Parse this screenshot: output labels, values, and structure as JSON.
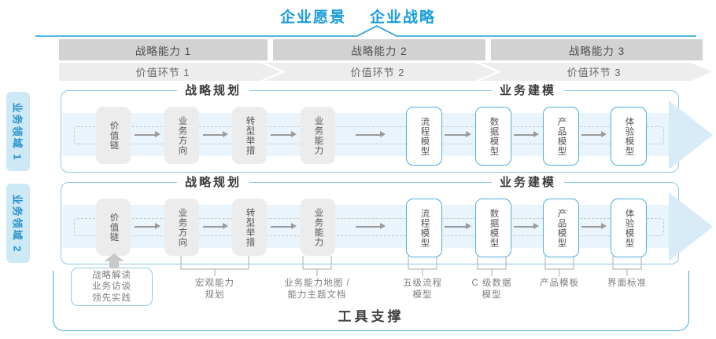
{
  "header": {
    "vision": "企业愿景",
    "strategy": "企业战略"
  },
  "capabilities": [
    "战略能力 1",
    "战略能力 2",
    "战略能力 3"
  ],
  "value_links": [
    "价值环节 1",
    "价值环节 2",
    "价值环节 3"
  ],
  "domains": [
    "业务领域 1",
    "业务领域 2"
  ],
  "rows": [
    {
      "planning_title": "战略规划",
      "modeling_title": "业务建模",
      "boxes": [
        "价值链",
        "业务方向",
        "转型举措",
        "业务能力",
        "流程模型",
        "数据模型",
        "产品模型",
        "体验模型"
      ]
    },
    {
      "planning_title": "战略规划",
      "modeling_title": "业务建模",
      "boxes": [
        "价值链",
        "业务方向",
        "转型举措",
        "业务能力",
        "流程模型",
        "数据模型",
        "产品模型",
        "体验模型"
      ]
    }
  ],
  "annotations": {
    "practice_box": {
      "lines": [
        "战略解读",
        "业务访谈",
        "领先实践"
      ]
    },
    "labels": [
      {
        "lines": [
          "宏观能力",
          "规划"
        ]
      },
      {
        "lines": [
          "业务能力地图 /",
          "能力主题文档"
        ]
      },
      {
        "lines": [
          "五级流程",
          "模型"
        ]
      },
      {
        "lines": [
          "C 级数据",
          "模型"
        ]
      },
      {
        "lines": [
          "产品模板"
        ]
      },
      {
        "lines": [
          "界面标准"
        ]
      }
    ]
  },
  "footer": {
    "tool_support": "工具支撑"
  },
  "colors": {
    "accent_blue": "#189dd9",
    "panel_border": "#8cc7e5",
    "node_border": "#4fb0da",
    "bar_gray": "#d2d2d2",
    "chevron_gray": "#ededed",
    "band_blue": "#e9f4fc",
    "arrowhead_blue": "#d8ecf8",
    "frame_blue": "#3fa9d8"
  }
}
